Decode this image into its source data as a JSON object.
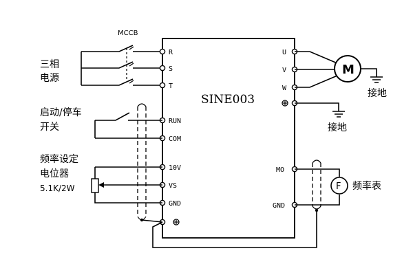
{
  "breaker": {
    "label": "MCCB"
  },
  "power_source": {
    "line1": "三相",
    "line2": "电源"
  },
  "start_stop": {
    "line1": "启动/停车",
    "line2": "开关"
  },
  "potentiometer": {
    "line1": "频率设定",
    "line2": "电位器",
    "line3": "5.1K/2W"
  },
  "inverter": {
    "model": "SINE003"
  },
  "left_terminals": [
    "R",
    "S",
    "T",
    "RUN",
    "COM",
    "10V",
    "VS",
    "GND"
  ],
  "right_terminals": [
    "U",
    "V",
    "W",
    "MO",
    "GND"
  ],
  "motor": {
    "symbol": "M"
  },
  "meter": {
    "symbol": "F",
    "label": "频率表"
  },
  "ground_labels": {
    "motor": "接地",
    "inverter": "接地"
  },
  "icons": [
    "ground-terminal-icon",
    "ground-symbol-icon",
    "motor-icon",
    "frequency-meter-icon",
    "potentiometer-icon",
    "switch-icon"
  ]
}
